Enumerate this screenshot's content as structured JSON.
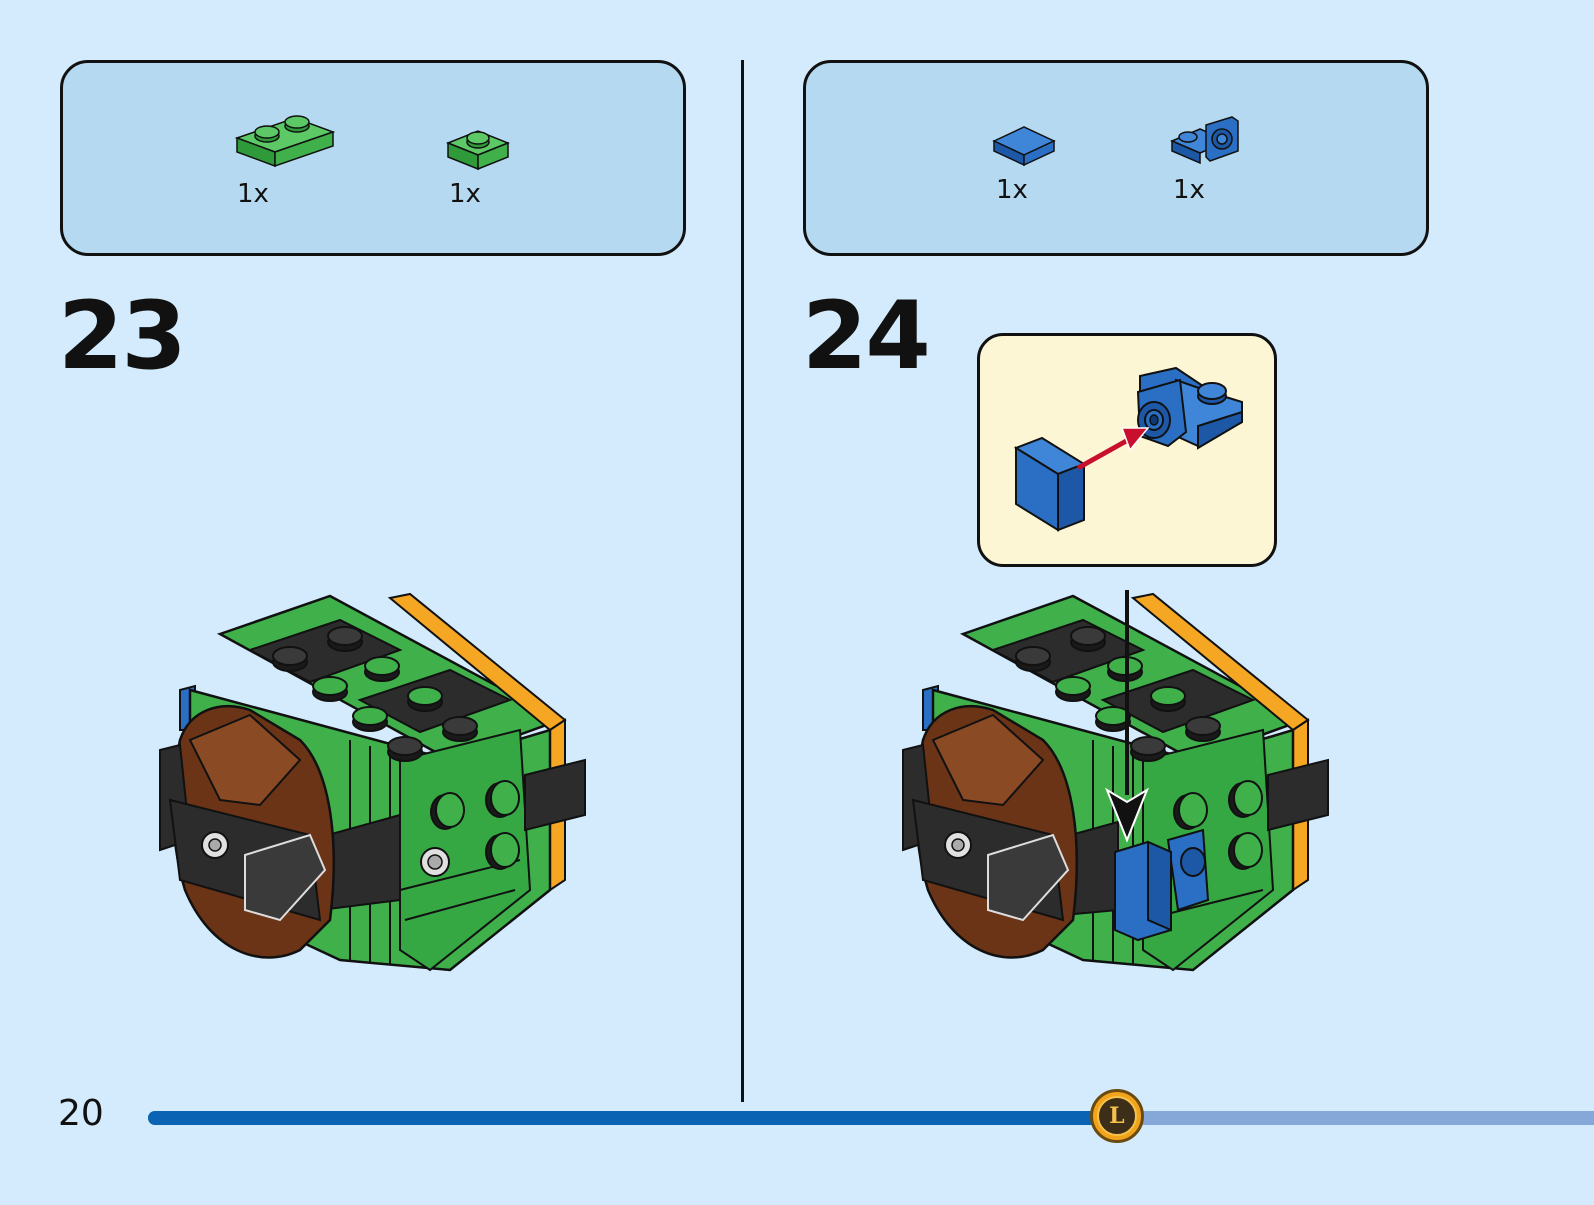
{
  "page": {
    "number": "20",
    "progress_percent": 67
  },
  "steps": [
    {
      "number": "23",
      "parts": [
        {
          "icon": "green-plate-1x2-icon",
          "qty": "1x",
          "color": "#3fb04a"
        },
        {
          "icon": "green-plate-1x1-icon",
          "qty": "1x",
          "color": "#3fb04a"
        }
      ]
    },
    {
      "number": "24",
      "parts": [
        {
          "icon": "blue-tile-1x1-icon",
          "qty": "1x",
          "color": "#2a6fc4"
        },
        {
          "icon": "blue-bracket-1x1-icon",
          "qty": "1x",
          "color": "#2a6fc4"
        }
      ]
    }
  ],
  "colors": {
    "background": "#d3ebfc",
    "parts_box": "#b5d9f1",
    "callout": "#fdf6d5",
    "green": "#3fb04a",
    "blue": "#2a6fc4",
    "brown": "#6b3417",
    "black_brick": "#2c2c2c",
    "orange": "#f5a623",
    "arrow": "#c8102e",
    "progress_fill": "#0a63b3",
    "progress_rest": "#86a8d8",
    "badge": "#f2a31c"
  },
  "badge": {
    "letter": "L"
  }
}
